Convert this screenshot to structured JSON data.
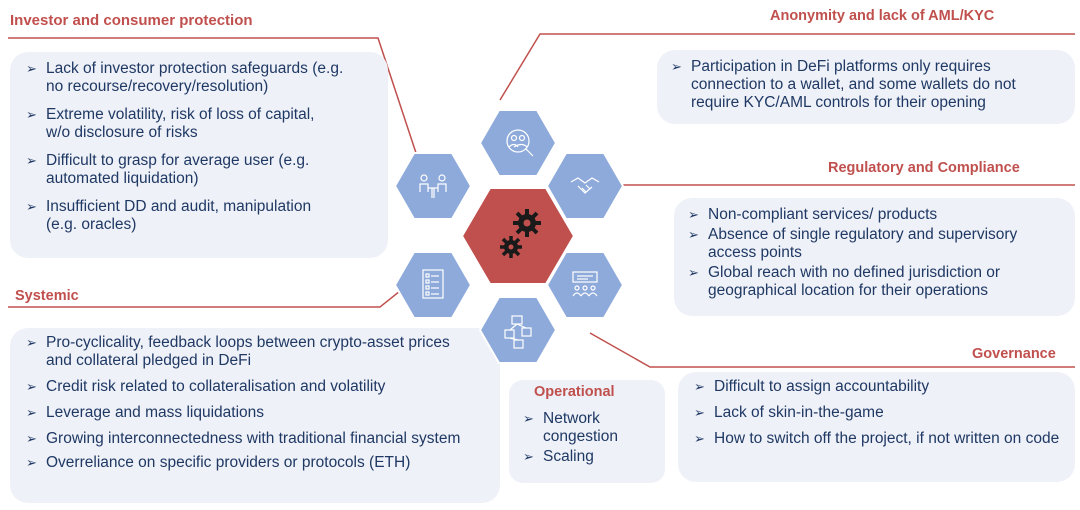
{
  "sections": {
    "investor": {
      "title": "Investor and consumer protection",
      "items": [
        "Lack of investor protection safeguards (e.g. no recourse/recovery/resolution)",
        "Extreme volatility, risk of loss of capital, w/o disclosure of risks",
        "Difficult to grasp for average user (e.g. automated liquidation)",
        "Insufficient DD and audit, manipulation (e.g. oracles)"
      ]
    },
    "anonymity": {
      "title": "Anonymity and lack of AML/KYC",
      "items": [
        "Participation in DeFi platforms only requires connection to a wallet, and some wallets do not require KYC/AML controls for their opening"
      ]
    },
    "regulatory": {
      "title": "Regulatory and Compliance",
      "items": [
        "Non-compliant services/ products",
        "Absence of single regulatory and supervisory access points",
        "Global reach with no defined jurisdiction or geographical location for their operations"
      ]
    },
    "systemic": {
      "title": "Systemic",
      "items": [
        "Pro-cyclicality, feedback loops between crypto-asset prices and collateral pledged in DeFi",
        "Credit risk related to collateralisation and volatility",
        "Leverage and mass liquidations",
        "Growing interconnectedness with traditional financial system",
        "Overreliance on specific providers or protocols (ETH)"
      ]
    },
    "operational": {
      "title": "Operational",
      "items": [
        "Network congestion",
        "Scaling"
      ]
    },
    "governance": {
      "title": "Governance",
      "items": [
        "Difficult to assign accountability",
        "Lack of skin-in-the-game",
        "How to switch off the project, if not written on code"
      ]
    }
  },
  "colors": {
    "heading": "#c0504d",
    "text": "#1f3864",
    "box_bg": "#eef1f7",
    "hex_blue": "#8eaadb",
    "hex_center": "#c0504d",
    "line": "#c0504d"
  },
  "hex_icons": [
    "search-people-icon",
    "handshake-icon",
    "presentation-icon",
    "network-icon",
    "checklist-icon",
    "meeting-icon",
    "gears-icon"
  ]
}
